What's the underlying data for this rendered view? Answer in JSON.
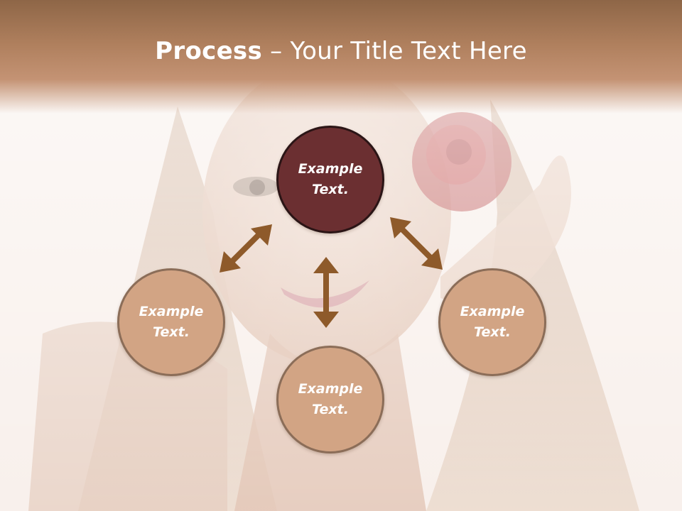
{
  "slide": {
    "title_strong": "Process",
    "title_rest": " – Your Title Text Here"
  },
  "nodes": {
    "top": {
      "line1": "Example",
      "line2": "Text."
    },
    "left": {
      "line1": "Example",
      "line2": "Text."
    },
    "bottom": {
      "line1": "Example",
      "line2": "Text."
    },
    "right": {
      "line1": "Example",
      "line2": "Text."
    }
  },
  "colors": {
    "header": "#b0805e",
    "center_node": "#6b2f31",
    "satellite_node": "#d2a484",
    "arrow": "#8e5a2a"
  }
}
